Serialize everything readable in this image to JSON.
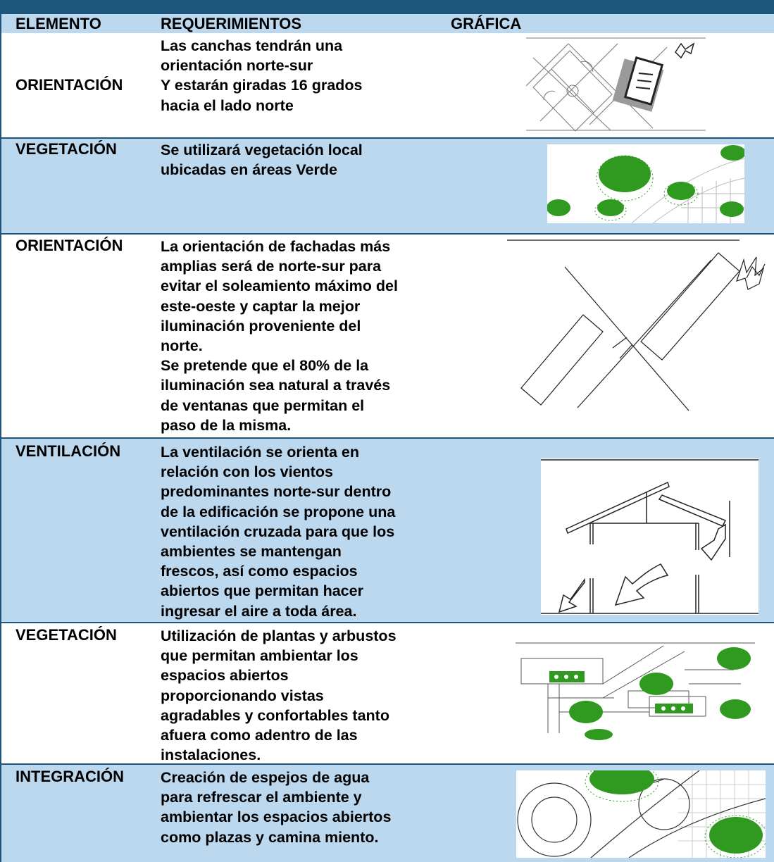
{
  "header": {
    "col_elemento": "ELEMENTO",
    "col_requerimientos": "REQUERIMIENTOS",
    "col_grafica": "GRÁFICA"
  },
  "rows": [
    {
      "elemento": "ORIENTACIÓN",
      "requerimiento": "Las canchas tendrán una\norientación norte-sur\nY estarán giradas 16 grados\nhacia el lado norte",
      "grafica": "courts-orientation-plan"
    },
    {
      "elemento": "VEGETACIÓN",
      "requerimiento": "Se utilizará vegetación local\nubicadas en áreas Verde",
      "grafica": "local-vegetation-plan"
    },
    {
      "elemento": "ORIENTACIÓN",
      "requerimiento": "La orientación de fachadas más\namplias será de norte-sur para\nevitar el soleamiento máximo del\neste-oeste y captar la mejor\niluminación proveniente del\nnorte.\nSe pretende que el 80% de la\niluminación sea natural a través\nde ventanas que permitan el\npaso de la misma.",
      "grafica": "facade-orientation-plan"
    },
    {
      "elemento": "VENTILACIÓN",
      "requerimiento": "La ventilación se orienta en\nrelación con los vientos\npredominantes norte-sur dentro\nde la edificación se propone una\nventilación cruzada para que los\nambientes se mantengan\nfrescos, así como espacios\nabiertos  que permitan hacer\ningresar el aire a toda área.",
      "grafica": "cross-ventilation-section"
    },
    {
      "elemento": "VEGETACIÓN",
      "requerimiento": "Utilización de plantas y arbustos\nque permitan ambientar los\nespacios abiertos\nproporcionando vistas\nagradables y confortables tanto\nafuera como adentro de las\ninstalaciones.",
      "grafica": "plants-and-shrubs-plan"
    },
    {
      "elemento": "INTEGRACIÓN",
      "requerimiento": "Creación de espejos de agua\npara refrescar el ambiente y\nambientar los espacios abiertos\ncomo plazas y camina miento.",
      "grafica": "water-mirrors-plan"
    }
  ],
  "colors": {
    "band": "#1e557c",
    "row_blue": "#bcd8ee",
    "tree_green": "#2f9a1f"
  }
}
